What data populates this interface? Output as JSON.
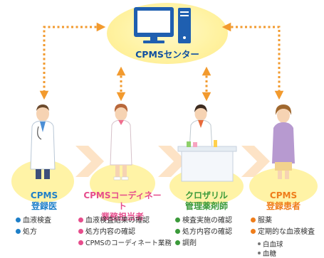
{
  "center": {
    "label": "CPMSセンター",
    "icon": "computer-icon"
  },
  "colors": {
    "arrow": "#f29a2e",
    "doctor": "#1e7fc8",
    "coordinator": "#e64d8c",
    "pharmacist": "#3b9a3a",
    "patient": "#ef7d1a",
    "center_text": "#0f4fa0",
    "chevron": "#fde3c6"
  },
  "roles": [
    {
      "key": "doctor",
      "title": [
        "CPMS",
        "登録医"
      ],
      "items": [
        "血液検査",
        "処方"
      ]
    },
    {
      "key": "coordinator",
      "title": [
        "CPMSコーディネート",
        "業務担当者"
      ],
      "items": [
        "血液検査結果の確認",
        "処方内容の確認",
        "CPMSのコーディネート業務"
      ]
    },
    {
      "key": "pharmacist",
      "title": [
        "クロザリル",
        "管理薬剤師"
      ],
      "items": [
        "検査実施の確認",
        "処方内容の確認",
        "調剤"
      ]
    },
    {
      "key": "patient",
      "title": [
        "CPMS",
        "登録患者"
      ],
      "items": [
        "服薬",
        "定期的な血液検査"
      ],
      "subitems": [
        "白血球",
        "血糖"
      ]
    }
  ]
}
